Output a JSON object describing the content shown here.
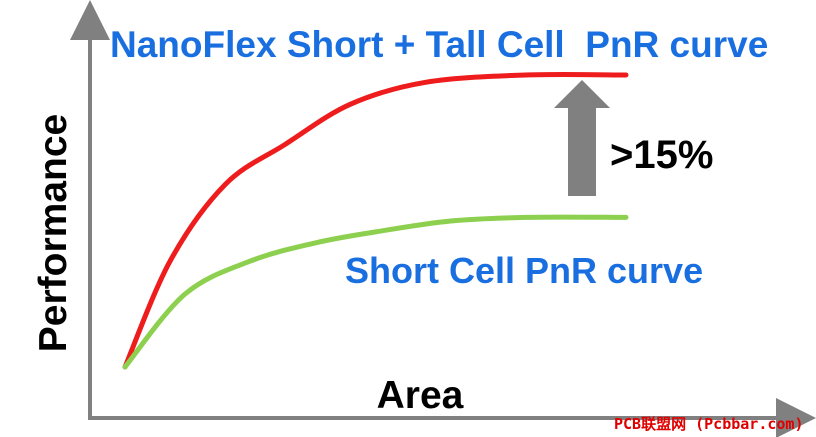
{
  "colors": {
    "axis": "#808080",
    "red_series": "#ee1c1c",
    "green_series": "#8dd04f",
    "blue_text": "#1a6fe0",
    "arrow": "#808080",
    "text_dark": "#000000",
    "watermark": "#e00000"
  },
  "chart_data": {
    "type": "line",
    "title": "NanoFlex Short + Tall Cell  PnR curve",
    "xlabel": "Area",
    "ylabel": "Performance",
    "grid": false,
    "series": [
      {
        "name": "NanoFlex Short + Tall Cell  PnR curve",
        "color": "#ee1c1c",
        "points": [
          [
            0,
            0
          ],
          [
            0.09,
            0.29
          ],
          [
            0.2,
            0.5
          ],
          [
            0.32,
            0.61
          ],
          [
            0.45,
            0.72
          ],
          [
            0.6,
            0.78
          ],
          [
            0.8,
            0.8
          ],
          [
            1,
            0.8
          ]
        ]
      },
      {
        "name": "Short Cell PnR curve",
        "color": "#8dd04f",
        "points": [
          [
            0,
            0
          ],
          [
            0.12,
            0.2
          ],
          [
            0.25,
            0.29
          ],
          [
            0.38,
            0.34
          ],
          [
            0.5,
            0.37
          ],
          [
            0.65,
            0.4
          ],
          [
            0.8,
            0.41
          ],
          [
            1,
            0.41
          ]
        ]
      }
    ],
    "annotation": {
      "text": ">15%",
      "arrow": "up"
    }
  },
  "watermark": "PCB联盟网 (Pcbbar.com)"
}
